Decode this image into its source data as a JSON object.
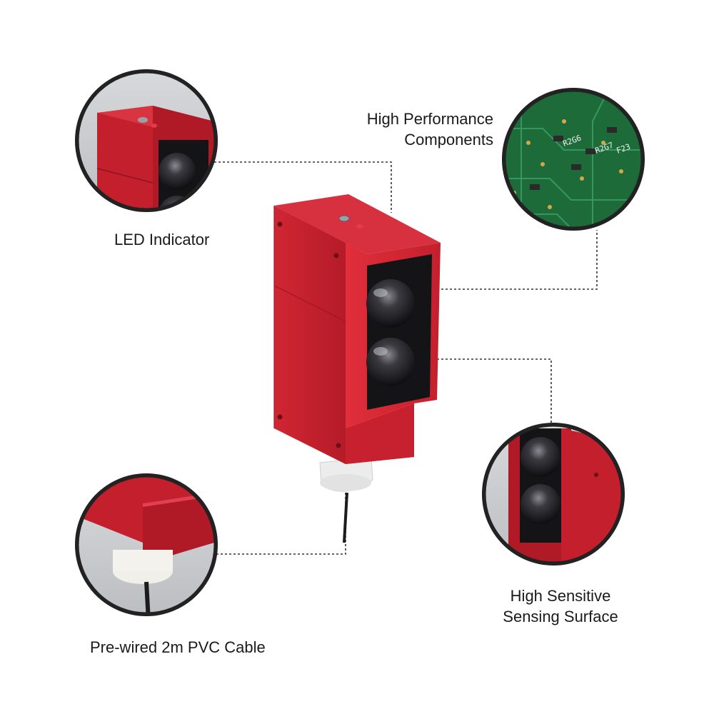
{
  "callouts": {
    "led_indicator": {
      "label": "LED Indicator"
    },
    "components": {
      "line1": "High Performance",
      "line2": "Components"
    },
    "sensing_surface": {
      "line1": "High Sensitive",
      "line2": "Sensing Surface"
    },
    "cable": {
      "label": "Pre-wired 2m PVC Cable"
    }
  },
  "colors": {
    "housing_red": "#c8202e",
    "housing_dark": "#8e1420",
    "pcb_green": "#1e6b3a",
    "lens_dark": "#1b1b1f",
    "leader_line": "#333333"
  }
}
